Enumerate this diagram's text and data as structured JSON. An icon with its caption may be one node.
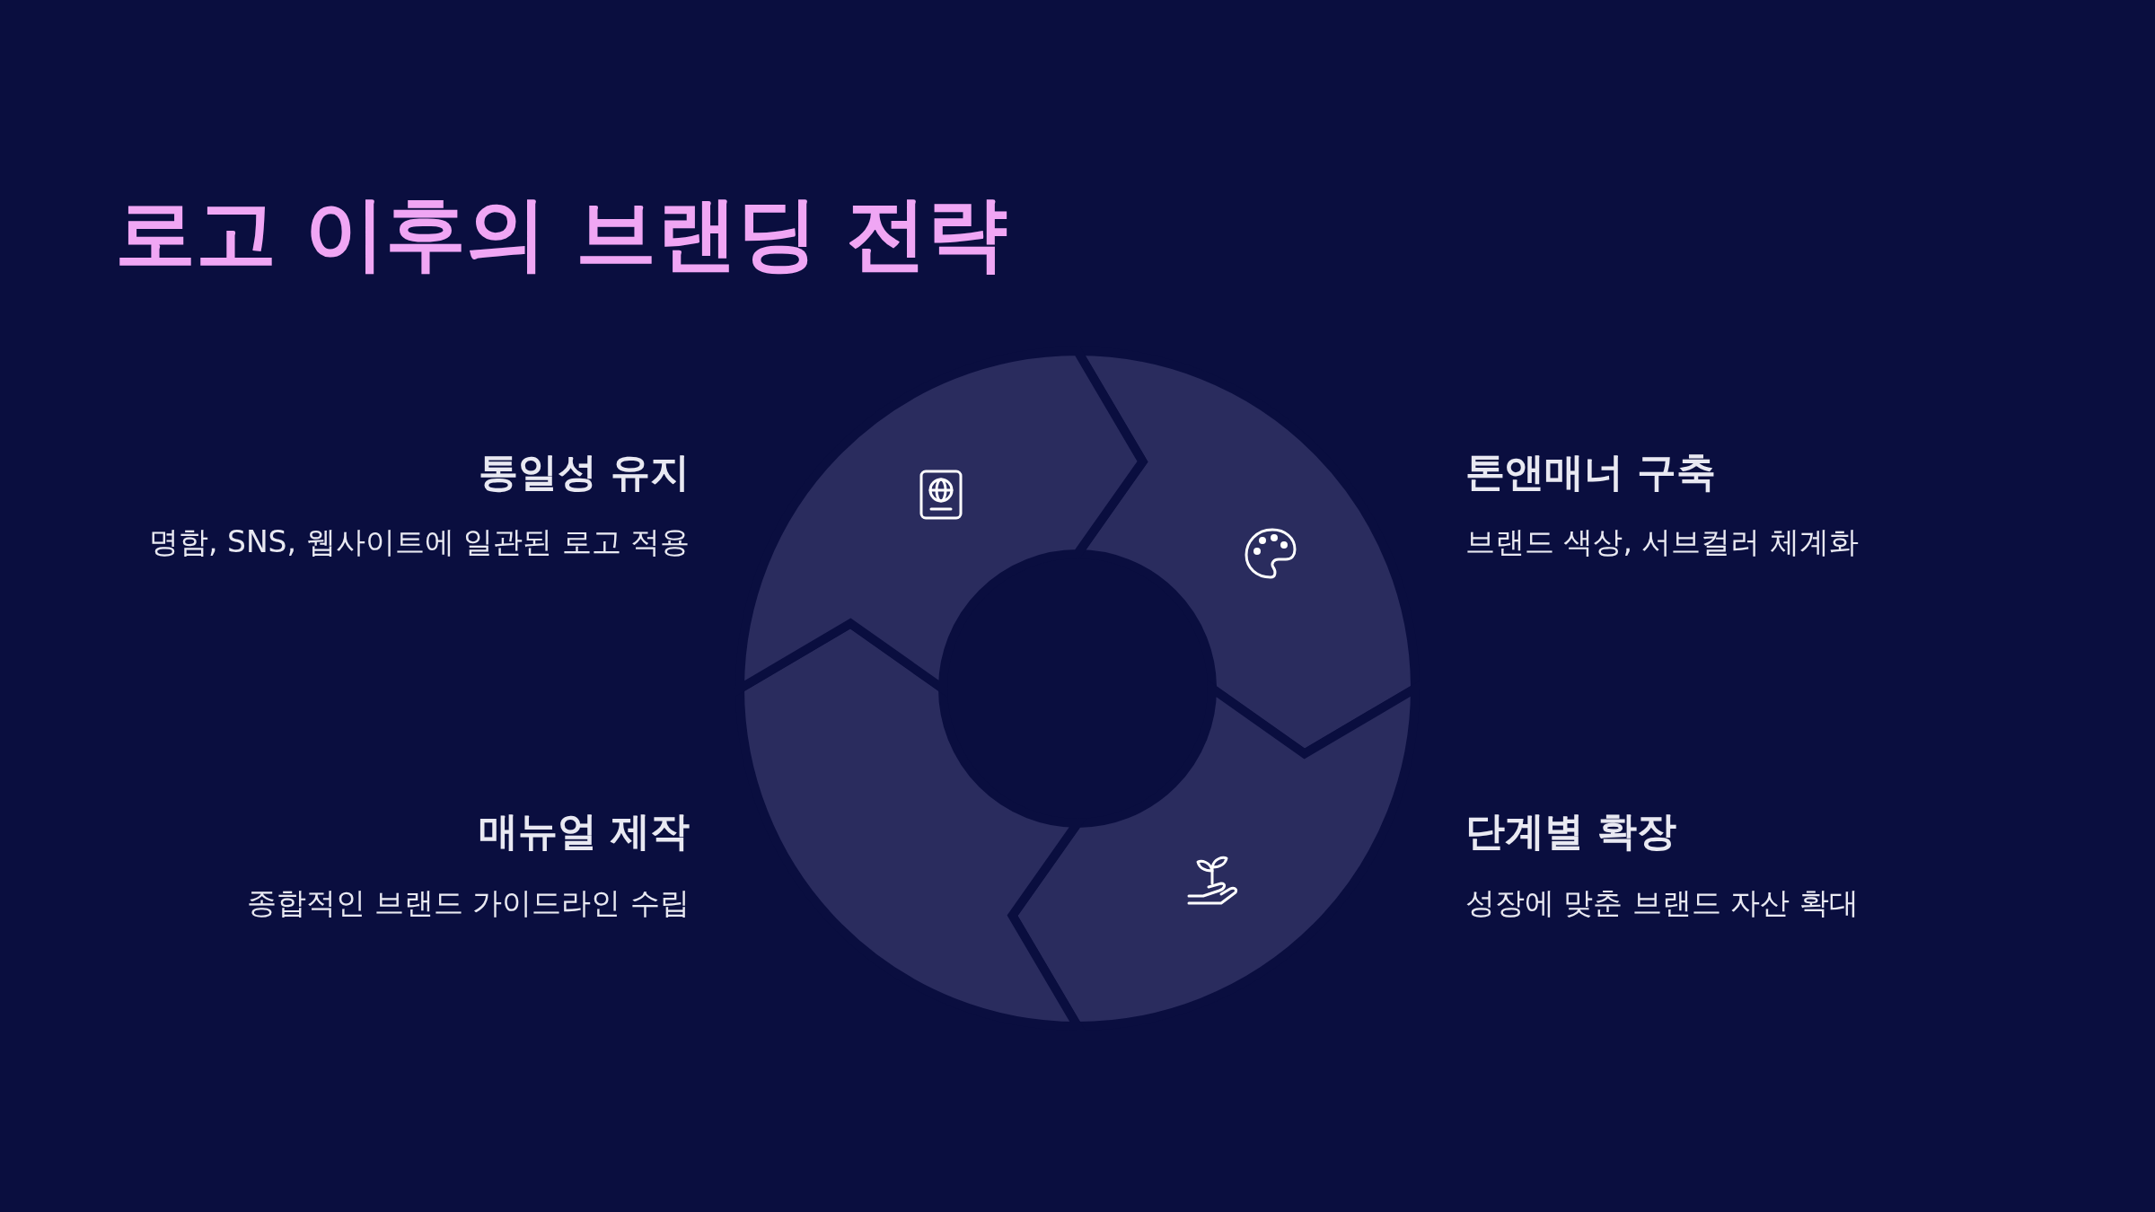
{
  "diagram": {
    "title": "로고 이후의 브랜딩 전략",
    "labels": [
      "통일성 유지",
      "명함, SNS, 웹사이트에 일관된 로고 적용",
      "톤앤매너 구축",
      "브랜드 색상, 서브컬러 체계화",
      "매뉴얼 제작",
      "종합적인 브랜드 가이드라인 수립",
      "단계별 확장",
      "성장에 맞춘 브랜드 자산 확대"
    ]
  }
}
